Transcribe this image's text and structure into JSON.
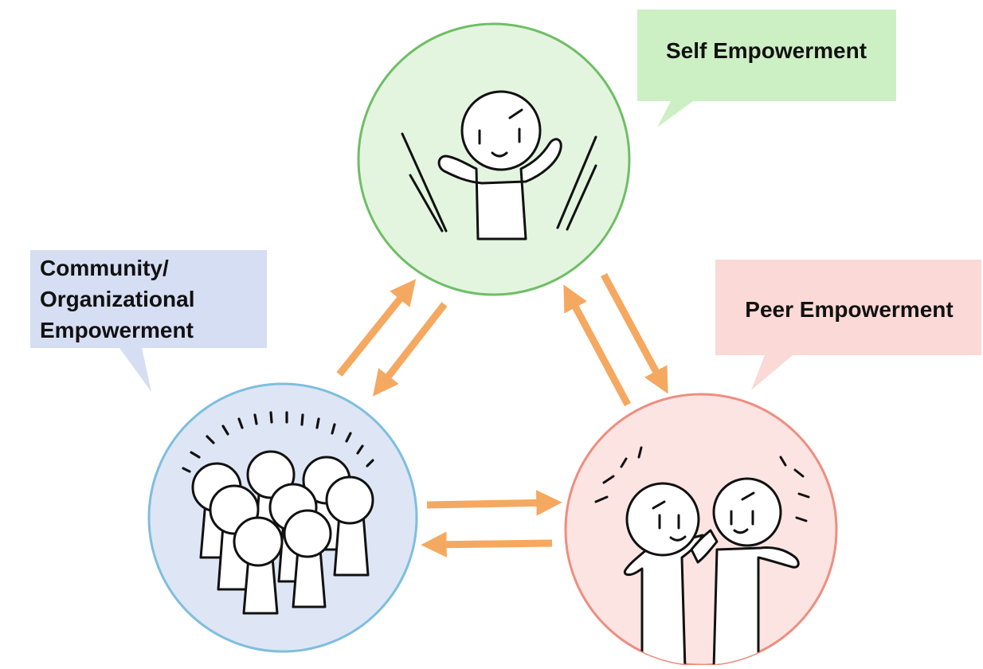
{
  "nodes": {
    "self": {
      "label": "Self Empowerment",
      "circle_fill": "#E3F5DF",
      "circle_stroke": "#6FBE66",
      "bubble_fill": "#CDEFC4"
    },
    "peer": {
      "label": "Peer Empowerment",
      "circle_fill": "#FBE4E1",
      "circle_stroke": "#EE8E80",
      "bubble_fill": "#FBD9D6"
    },
    "community": {
      "label_lines": [
        "Community/",
        "Organizational",
        "Empowerment"
      ],
      "circle_fill": "#DEE6F6",
      "circle_stroke": "#7FBEDD",
      "bubble_fill": "#D6DEF3"
    }
  },
  "arrow_color": "#F5A860",
  "edges": [
    {
      "from": "community",
      "to": "self"
    },
    {
      "from": "self",
      "to": "community"
    },
    {
      "from": "self",
      "to": "peer"
    },
    {
      "from": "peer",
      "to": "self"
    },
    {
      "from": "community",
      "to": "peer"
    },
    {
      "from": "peer",
      "to": "community"
    }
  ]
}
